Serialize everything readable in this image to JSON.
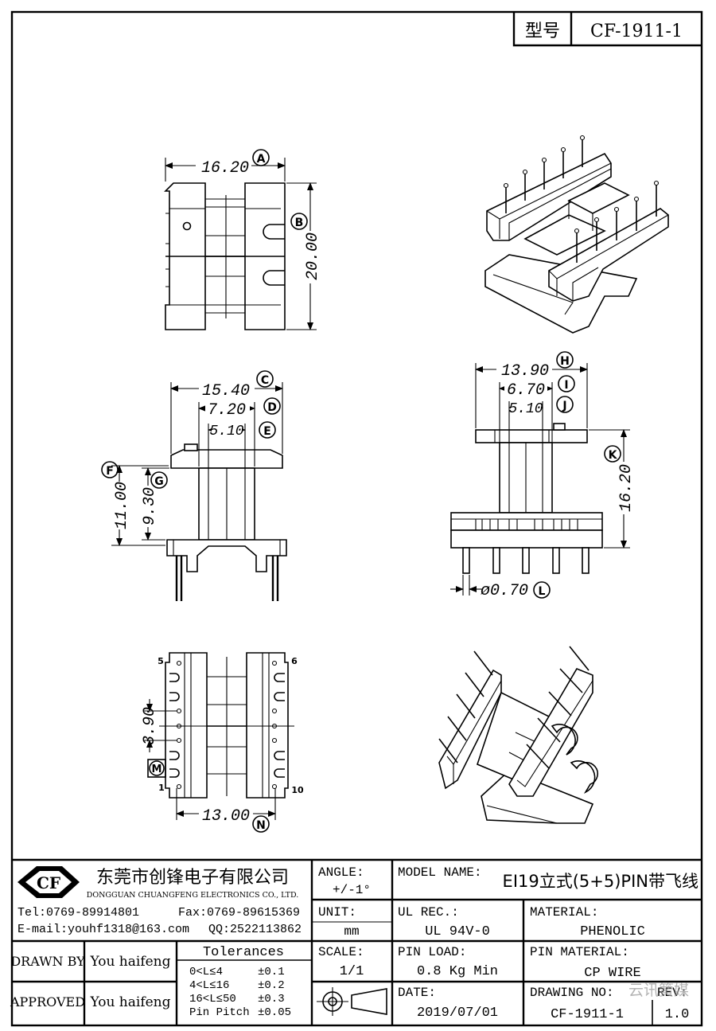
{
  "header": {
    "model_label": "型号",
    "model_value": "CF-1911-1"
  },
  "views": {
    "top": {
      "width": "16.20",
      "width_tag": "A",
      "height": "20.00",
      "height_tag": "B"
    },
    "front": {
      "outer": "15.40",
      "outer_tag": "C",
      "mid": "7.20",
      "mid_tag": "D",
      "inner": "5.10",
      "inner_tag": "E",
      "h_total": "11.00",
      "h_total_tag": "F",
      "h_flange": "9.30",
      "h_flange_tag": "G"
    },
    "side": {
      "outer": "13.90",
      "outer_tag": "H",
      "mid": "6.70",
      "mid_tag": "I",
      "inner": "5.10",
      "inner_tag": "J",
      "height": "16.20",
      "height_tag": "K",
      "pin_dia": "ø0.70",
      "pin_dia_tag": "L"
    },
    "bottom": {
      "pitch": "3.90",
      "pitch_tag": "M",
      "width": "13.00",
      "width_tag": "N",
      "pin5": "5",
      "pin6": "6",
      "pin1": "1",
      "pin10": "10"
    }
  },
  "company": {
    "logo": "CF",
    "name_cn": "东莞市创锋电子有限公司",
    "name_en": "DONGGUAN CHUANGFENG ELECTRONICS CO., LTD.",
    "tel": "Tel:0769-89914801",
    "fax": "Fax:0769-89615369",
    "email": "E-mail:youhf1318@163.com",
    "qq": "QQ:2522113862"
  },
  "title_block": {
    "angle_label": "ANGLE:",
    "angle_value": "+/-1°",
    "model_name_label": "MODEL NAME:",
    "model_name_value": "EI19立式(5+5)PIN带飞线",
    "unit_label": "UNIT:",
    "unit_value": "mm",
    "ul_label": "UL REC.:",
    "ul_value": "UL 94V-0",
    "material_label": "MATERIAL:",
    "material_value": "PHENOLIC",
    "drawn_by_label": "DRAWN BY",
    "drawn_by_value": "You haifeng",
    "approved_label": "APPROVED",
    "approved_value": "You haifeng",
    "tolerances_title": "Tolerances",
    "tolerances": [
      {
        "range": "0<L≤4",
        "value": "±0.1"
      },
      {
        "range": "4<L≤16",
        "value": "±0.2"
      },
      {
        "range": "16<L≤50",
        "value": "±0.3"
      },
      {
        "range": "Pin Pitch",
        "value": "±0.05"
      }
    ],
    "scale_label": "SCALE:",
    "scale_value": "1/1",
    "pin_load_label": "PIN LOAD:",
    "pin_load_value": "0.8 Kg Min",
    "pin_material_label": "PIN MATERIAL:",
    "pin_material_value": "CP WIRE",
    "date_label": "DATE:",
    "date_value": "2019/07/01",
    "drawing_no_label": "DRAWING NO:",
    "drawing_no_value": "CF-1911-1",
    "rev_label": "REV:",
    "rev_value": "1.0"
  },
  "watermark": "云讯簧媒"
}
